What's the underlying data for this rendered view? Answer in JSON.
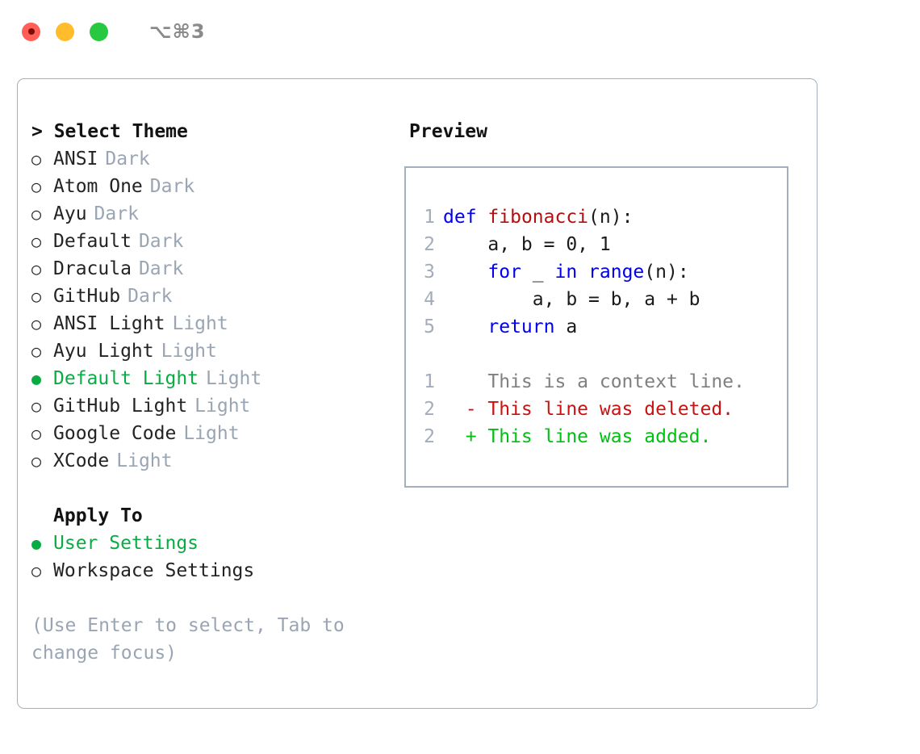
{
  "titlebar": {
    "lights": [
      "close",
      "minimize",
      "zoom"
    ],
    "shortcut": "⌥⌘3"
  },
  "theme_picker": {
    "header": "> Select Theme",
    "items": [
      {
        "bullet": "○",
        "label": "ANSI",
        "tag": "Dark",
        "selected": false
      },
      {
        "bullet": "○",
        "label": "Atom One",
        "tag": "Dark",
        "selected": false
      },
      {
        "bullet": "○",
        "label": "Ayu",
        "tag": "Dark",
        "selected": false
      },
      {
        "bullet": "○",
        "label": "Default",
        "tag": "Dark",
        "selected": false
      },
      {
        "bullet": "○",
        "label": "Dracula",
        "tag": "Dark",
        "selected": false
      },
      {
        "bullet": "○",
        "label": "GitHub",
        "tag": "Dark",
        "selected": false
      },
      {
        "bullet": "○",
        "label": "ANSI Light",
        "tag": "Light",
        "selected": false
      },
      {
        "bullet": "○",
        "label": "Ayu Light",
        "tag": "Light",
        "selected": false
      },
      {
        "bullet": "●",
        "label": "Default Light",
        "tag": "Light",
        "selected": true
      },
      {
        "bullet": "○",
        "label": "GitHub Light",
        "tag": "Light",
        "selected": false
      },
      {
        "bullet": "○",
        "label": "Google Code",
        "tag": "Light",
        "selected": false
      },
      {
        "bullet": "○",
        "label": "XCode",
        "tag": "Light",
        "selected": false
      }
    ]
  },
  "apply_to": {
    "header": "Apply To",
    "items": [
      {
        "bullet": "●",
        "label": "User Settings",
        "selected": true
      },
      {
        "bullet": "○",
        "label": "Workspace Settings",
        "selected": false
      }
    ]
  },
  "hint": "(Use Enter to select, Tab to change focus)",
  "preview": {
    "title": "Preview",
    "code": [
      {
        "no": "1",
        "indent": "",
        "tokens": [
          {
            "t": "def",
            "c": "kw"
          },
          {
            "t": " ",
            "c": "pl"
          },
          {
            "t": "fibonacci",
            "c": "fn"
          },
          {
            "t": "(n):",
            "c": "pl"
          }
        ]
      },
      {
        "no": "2",
        "indent": "    ",
        "tokens": [
          {
            "t": "a, b = 0, 1",
            "c": "pl"
          }
        ]
      },
      {
        "no": "3",
        "indent": "    ",
        "tokens": [
          {
            "t": "for",
            "c": "kw"
          },
          {
            "t": " _ ",
            "c": "pl"
          },
          {
            "t": "in",
            "c": "kw"
          },
          {
            "t": " ",
            "c": "pl"
          },
          {
            "t": "range",
            "c": "kw"
          },
          {
            "t": "(n):",
            "c": "pl"
          }
        ]
      },
      {
        "no": "4",
        "indent": "        ",
        "tokens": [
          {
            "t": "a, b = b, a + b",
            "c": "pl"
          }
        ]
      },
      {
        "no": "5",
        "indent": "    ",
        "tokens": [
          {
            "t": "return",
            "c": "kw"
          },
          {
            "t": " a",
            "c": "pl"
          }
        ]
      }
    ],
    "diff": [
      {
        "no": "1",
        "marker": " ",
        "text": "This is a context line.",
        "kind": "ctx"
      },
      {
        "no": "2",
        "marker": "-",
        "text": "This line was deleted.",
        "kind": "del"
      },
      {
        "no": "2",
        "marker": "+",
        "text": "This line was added.",
        "kind": "add"
      }
    ]
  },
  "colors": {
    "accent_green": "#0bab44",
    "diff_add": "#00c012",
    "diff_del": "#cc1111",
    "keyword_blue": "#0000ee",
    "function_red": "#b01010",
    "muted": "#9aa5b4",
    "border": "#a4afbd"
  }
}
